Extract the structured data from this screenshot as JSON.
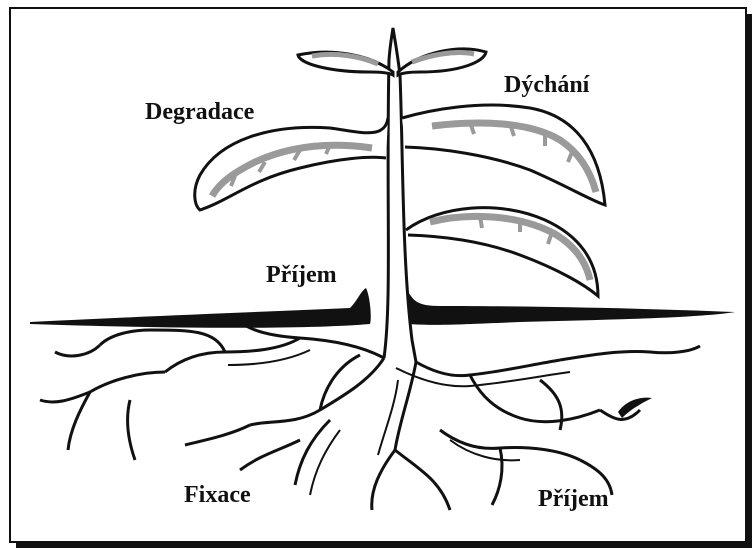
{
  "labels": {
    "degradace": "Degradace",
    "dychani": "Dýchání",
    "prijem_shoot": "Příjem",
    "fixace": "Fixace",
    "prijem_root": "Příjem"
  },
  "colors": {
    "outline": "#111111",
    "vein": "#9a9a9a",
    "background": "#ffffff",
    "frame": "#111111"
  },
  "icons": {
    "plant": "plant-illustration"
  }
}
